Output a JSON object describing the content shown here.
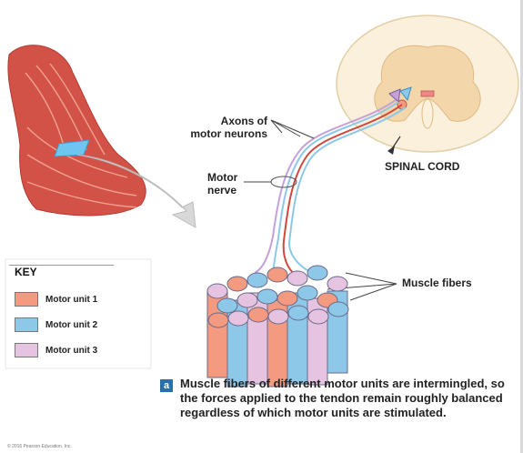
{
  "labels": {
    "axons": "Axons of motor neurons",
    "nerve": "Motor nerve",
    "cord": "SPINAL CORD",
    "fibers": "Muscle fibers"
  },
  "key": {
    "title": "KEY",
    "items": [
      {
        "label": "Motor unit 1",
        "color": "#f39a80"
      },
      {
        "label": "Motor unit 2",
        "color": "#8dc8e8"
      },
      {
        "label": "Motor unit 3",
        "color": "#e6c3e0"
      }
    ]
  },
  "caption": {
    "badge": "a",
    "text": "Muscle fibers of different motor units are intermingled, so the forces applied to the tendon remain roughly balanced regardless of which motor units are stimulated."
  },
  "copyright": "© 2016 Pearson Education, Inc.",
  "colors": {
    "unit1": "#f39a80",
    "unit2": "#8dc8e8",
    "unit3": "#e6c3e0",
    "cord_white": "#fbf0dc",
    "cord_gray": "#f3d6aa",
    "muscle": "#d9524a"
  }
}
